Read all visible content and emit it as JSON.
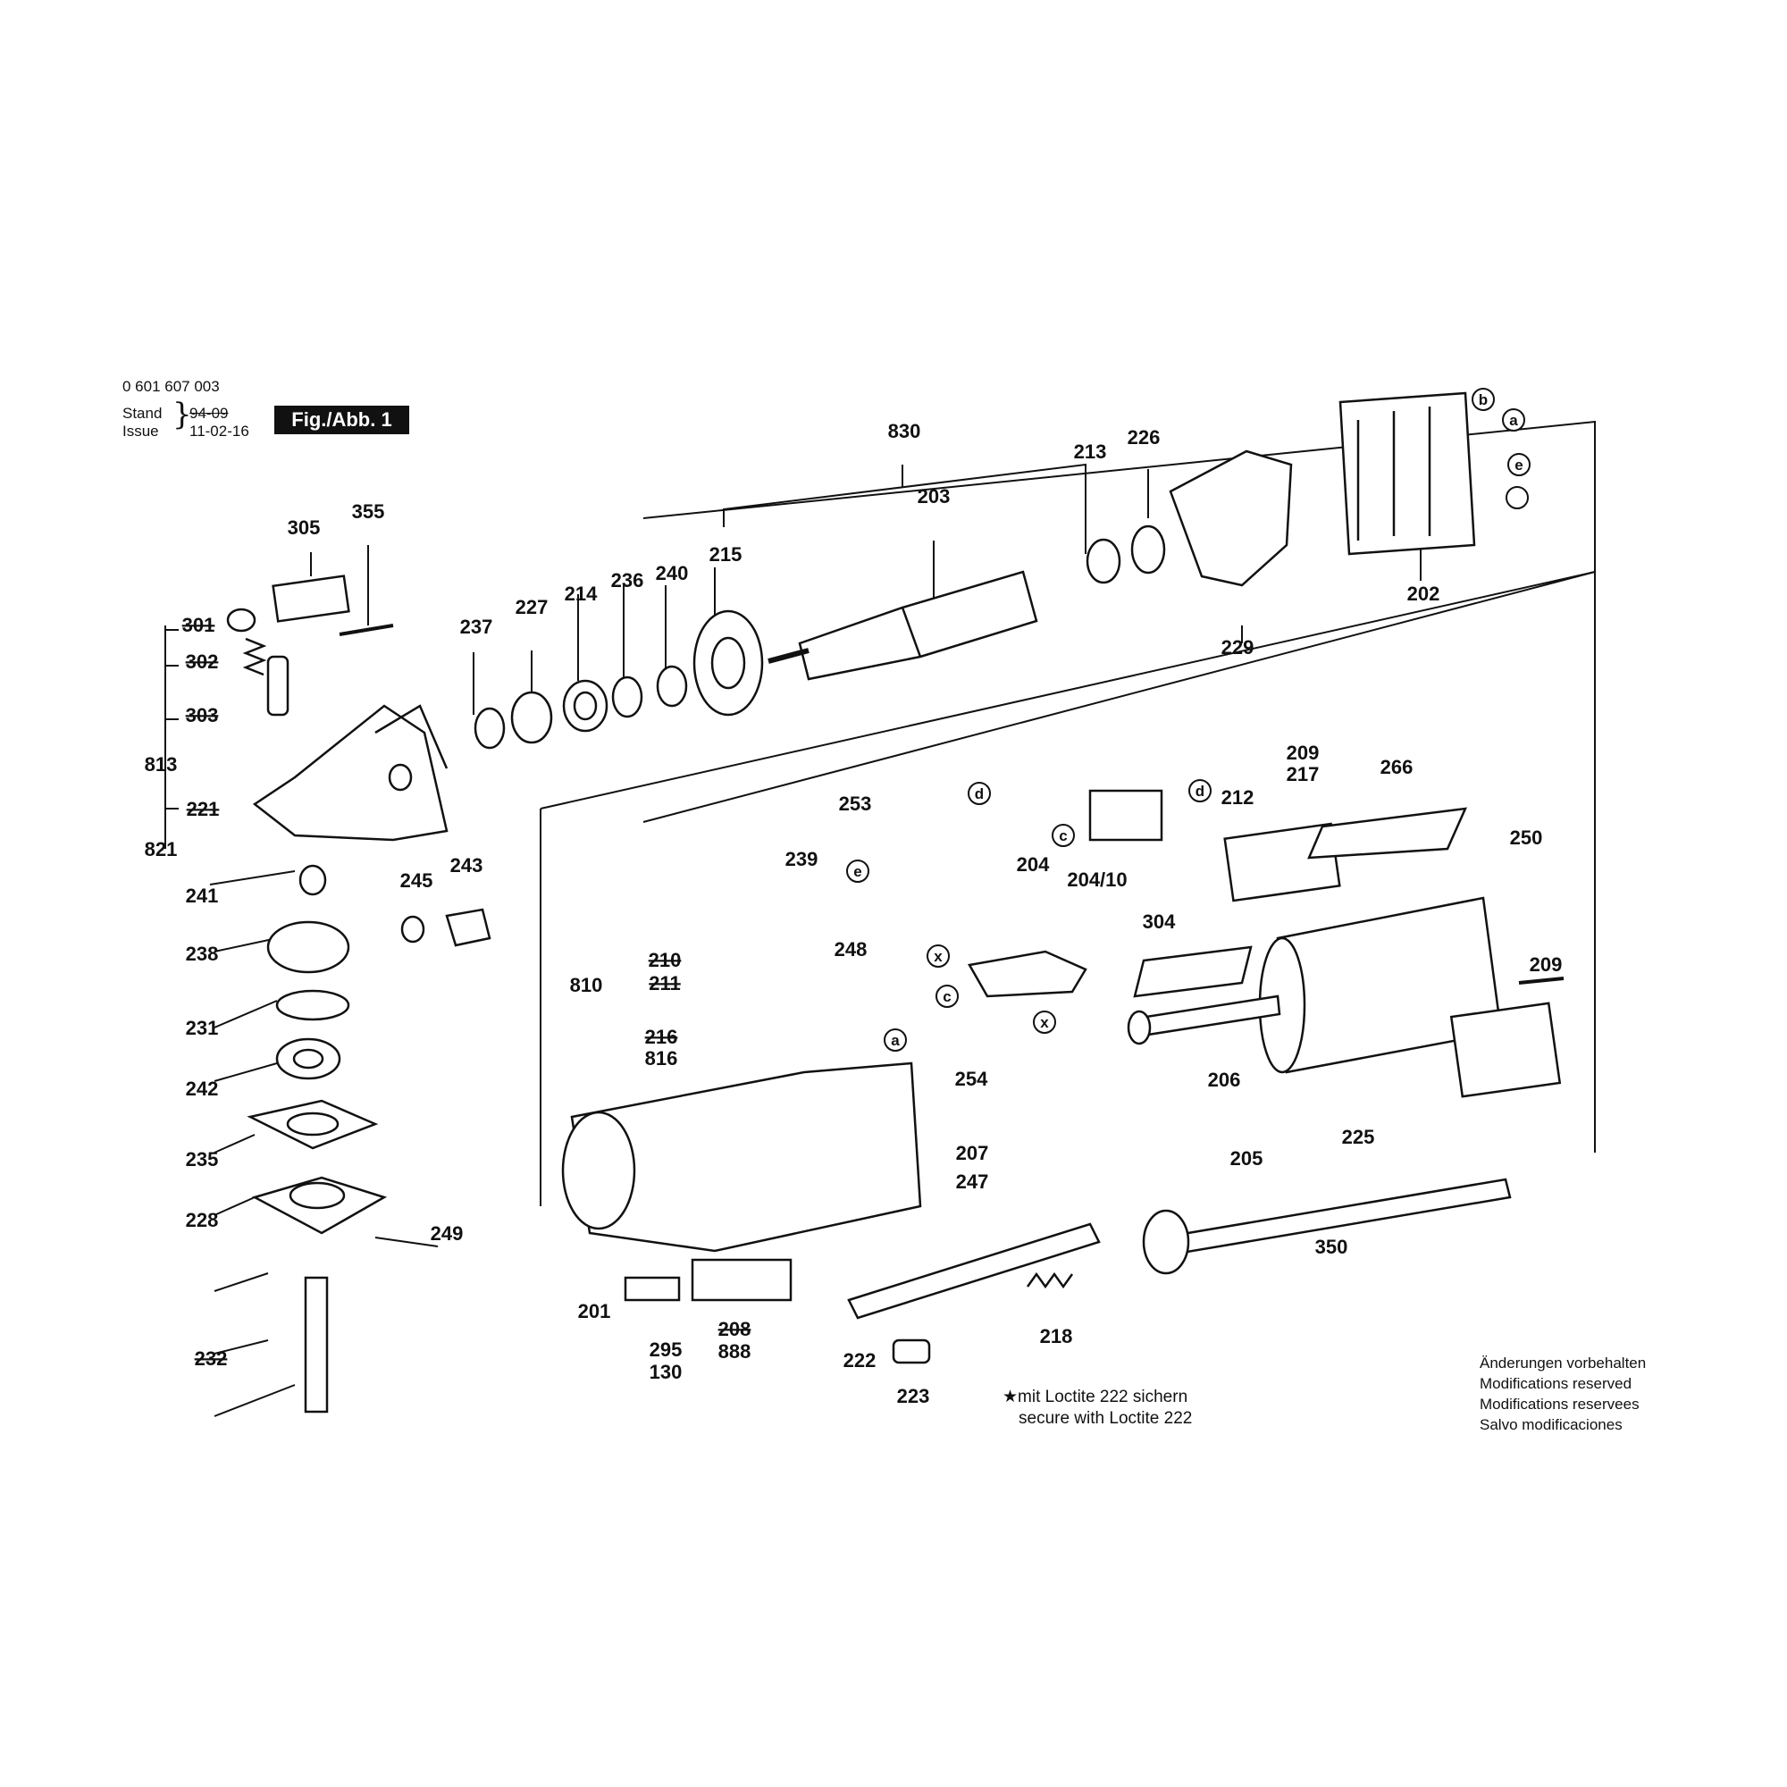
{
  "header": {
    "doc_number": "0 601 607 003",
    "stand_label": "Stand",
    "issue_label": "Issue",
    "stand_value": "94-09",
    "issue_value": "11-02-16",
    "figure_label": "Fig./Abb. 1"
  },
  "notes": {
    "loctite_de": "mit Loctite 222 sichern",
    "loctite_en": "secure with Loctite 222",
    "changes": [
      "Änderungen vorbehalten",
      "Modifications reserved",
      "Modifications reservees",
      "Salvo modificaciones"
    ]
  },
  "part_labels": [
    {
      "text": "830",
      "strike": false
    },
    {
      "text": "213",
      "strike": false
    },
    {
      "text": "226",
      "strike": false
    },
    {
      "text": "203",
      "strike": false
    },
    {
      "text": "215",
      "strike": false
    },
    {
      "text": "240",
      "strike": false
    },
    {
      "text": "236",
      "strike": false
    },
    {
      "text": "214",
      "strike": false
    },
    {
      "text": "227",
      "strike": false
    },
    {
      "text": "237",
      "strike": false
    },
    {
      "text": "229",
      "strike": false
    },
    {
      "text": "202",
      "strike": false
    },
    {
      "text": "305",
      "strike": false
    },
    {
      "text": "355",
      "strike": false
    },
    {
      "text": "301",
      "strike": true
    },
    {
      "text": "302",
      "strike": true
    },
    {
      "text": "303",
      "strike": true
    },
    {
      "text": "813",
      "strike": false
    },
    {
      "text": "221",
      "strike": true
    },
    {
      "text": "821",
      "strike": false
    },
    {
      "text": "241",
      "strike": false
    },
    {
      "text": "245",
      "strike": false
    },
    {
      "text": "243",
      "strike": false
    },
    {
      "text": "238",
      "strike": false
    },
    {
      "text": "231",
      "strike": false
    },
    {
      "text": "242",
      "strike": false
    },
    {
      "text": "235",
      "strike": false
    },
    {
      "text": "228",
      "strike": false
    },
    {
      "text": "249",
      "strike": false
    },
    {
      "text": "232",
      "strike": true
    },
    {
      "text": "253",
      "strike": false
    },
    {
      "text": "239",
      "strike": false
    },
    {
      "text": "248",
      "strike": false
    },
    {
      "text": "210",
      "strike": true
    },
    {
      "text": "211",
      "strike": true
    },
    {
      "text": "810",
      "strike": false
    },
    {
      "text": "216",
      "strike": true
    },
    {
      "text": "816",
      "strike": false
    },
    {
      "text": "254",
      "strike": false
    },
    {
      "text": "207",
      "strike": false
    },
    {
      "text": "247",
      "strike": false
    },
    {
      "text": "201",
      "strike": false
    },
    {
      "text": "295",
      "strike": false
    },
    {
      "text": "130",
      "strike": false
    },
    {
      "text": "208",
      "strike": true
    },
    {
      "text": "888",
      "strike": false
    },
    {
      "text": "222",
      "strike": false
    },
    {
      "text": "223",
      "strike": false
    },
    {
      "text": "218",
      "strike": false
    },
    {
      "text": "204",
      "strike": false
    },
    {
      "text": "204/10",
      "strike": false
    },
    {
      "text": "212",
      "strike": false
    },
    {
      "text": "209",
      "strike": false
    },
    {
      "text": "217",
      "strike": false
    },
    {
      "text": "266",
      "strike": false
    },
    {
      "text": "250",
      "strike": false
    },
    {
      "text": "304",
      "strike": false
    },
    {
      "text": "209",
      "strike": false
    },
    {
      "text": "206",
      "strike": false
    },
    {
      "text": "225",
      "strike": false
    },
    {
      "text": "205",
      "strike": false
    },
    {
      "text": "350",
      "strike": false
    }
  ],
  "wire_markers": [
    "b",
    "a",
    "e",
    "",
    "d",
    "d",
    "c",
    "e",
    "x",
    "c",
    "a",
    "x"
  ]
}
